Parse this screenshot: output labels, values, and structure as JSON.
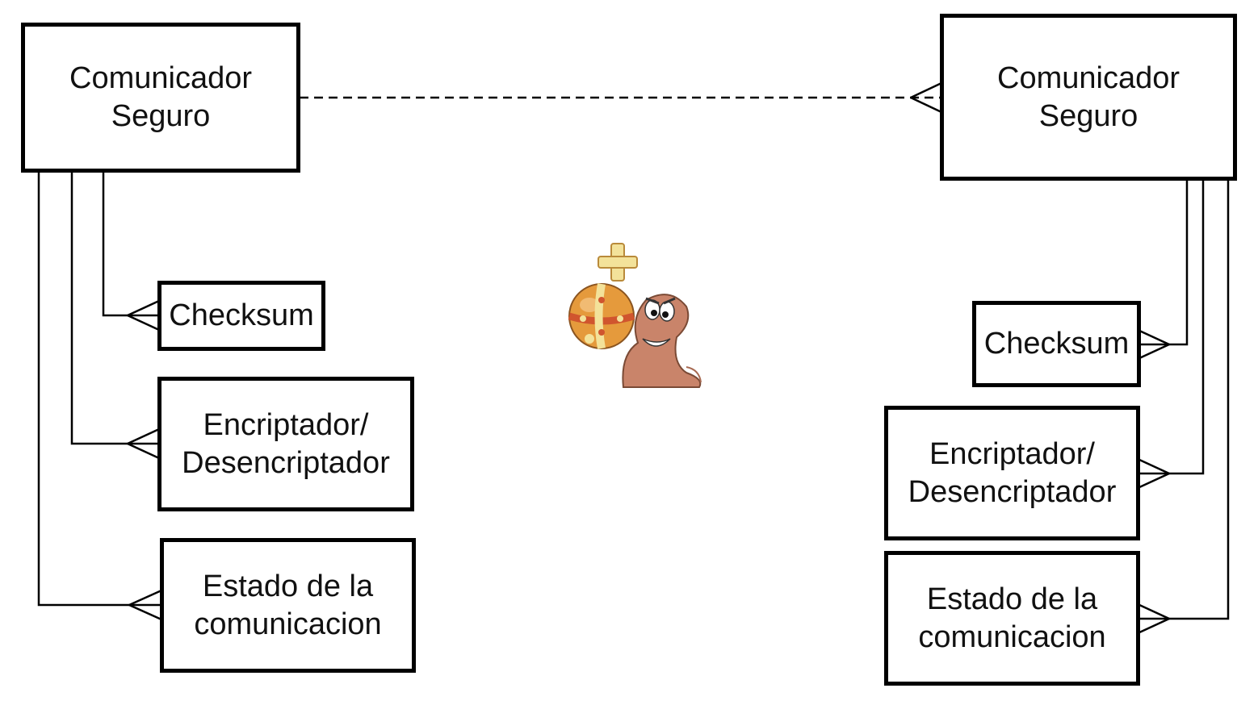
{
  "left": {
    "main": "Comunicador\nSeguro",
    "checksum": "Checksum",
    "encriptador": "Encriptador/\nDesencriptador",
    "estado": "Estado de la\ncomunicacion"
  },
  "right": {
    "main": "Comunicador\nSeguro",
    "checksum": "Checksum",
    "encriptador": "Encriptador/\nDesencriptador",
    "estado": "Estado de la\ncomunicacion"
  },
  "mascot": "worm-with-holy-hand-grenade-icon",
  "colors": {
    "line": "#000000",
    "box_border": "#000000",
    "worm": "#c9846a",
    "grenade": "#e59a3c",
    "cross": "#f3e29a"
  }
}
